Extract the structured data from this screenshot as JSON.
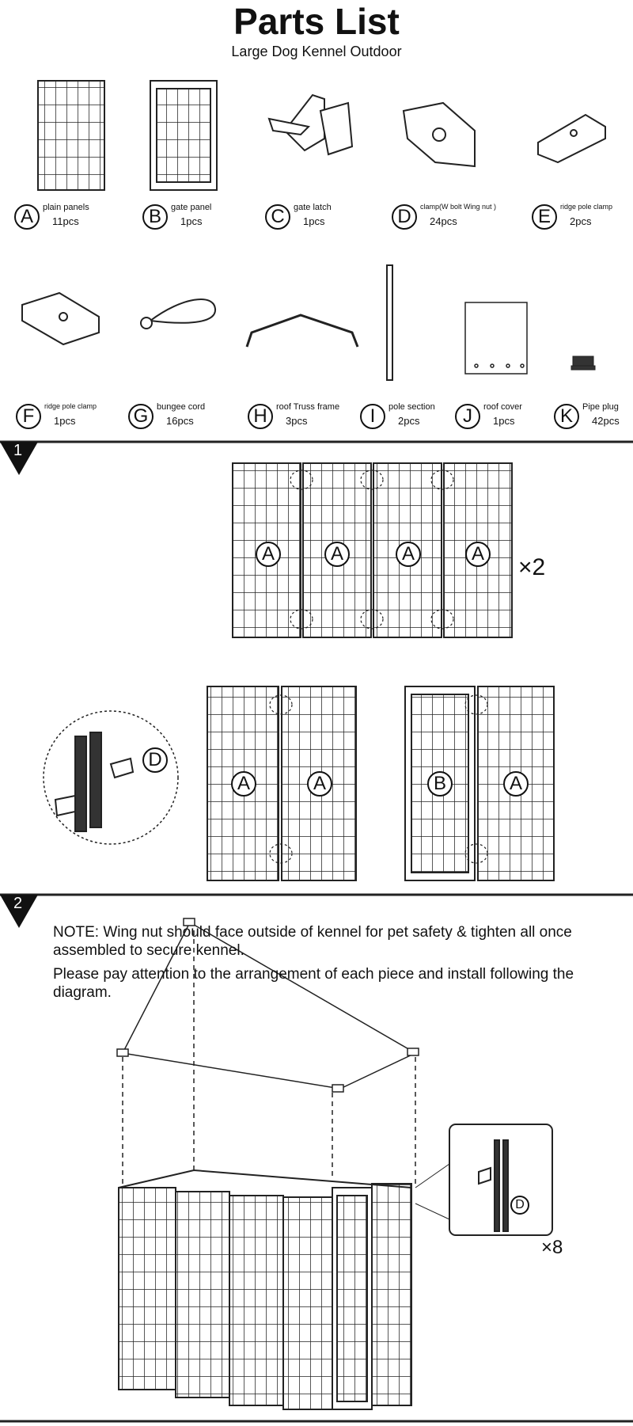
{
  "header": {
    "title": "Parts List",
    "subtitle": "Large Dog Kennel Outdoor"
  },
  "parts": [
    {
      "letter": "A",
      "name": "plain panels",
      "qty": "11pcs"
    },
    {
      "letter": "B",
      "name": "gate panel",
      "qty": "1pcs"
    },
    {
      "letter": "C",
      "name": "gate latch",
      "qty": "1pcs"
    },
    {
      "letter": "D",
      "name": "clamp(W bolt Wing nut )",
      "qty": "24pcs"
    },
    {
      "letter": "E",
      "name": "ridge pole clamp",
      "qty": "2pcs"
    },
    {
      "letter": "F",
      "name": "ridge pole clamp",
      "qty": "1pcs"
    },
    {
      "letter": "G",
      "name": "bungee cord",
      "qty": "16pcs"
    },
    {
      "letter": "H",
      "name": "roof Truss frame",
      "qty": "3pcs"
    },
    {
      "letter": "I",
      "name": "pole section",
      "qty": "2pcs"
    },
    {
      "letter": "J",
      "name": "roof cover",
      "qty": "1pcs"
    },
    {
      "letter": "K",
      "name": "Pipe plug",
      "qty": "42pcs"
    }
  ],
  "step1": {
    "number": "1",
    "multiplier": "×2",
    "panel_labels": [
      "A",
      "A",
      "A",
      "A"
    ],
    "pair1": [
      "A",
      "A"
    ],
    "pair2": [
      "B",
      "A"
    ],
    "detail_label": "D"
  },
  "step2": {
    "number": "2",
    "note": "NOTE: Wing nut should face outside of kennel for pet safety & tighten all once assembled to secure kennel.",
    "instruction": "Please pay attention to the arrangement of each piece and install following the diagram.",
    "multiplier": "×8",
    "detail_label": "D"
  }
}
